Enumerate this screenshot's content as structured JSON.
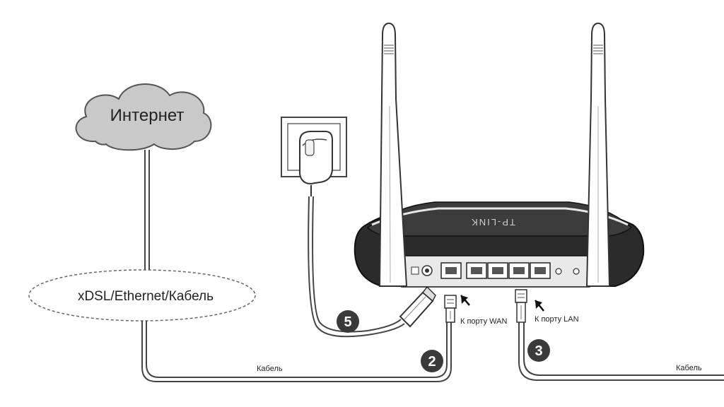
{
  "cloud": {
    "label": "Интернет"
  },
  "connection": {
    "label": "xDSL/Ethernet/Кабель"
  },
  "cables": {
    "left_label": "Кабель",
    "right_label": "Кабель"
  },
  "ports": {
    "wan_label": "К порту WAN",
    "lan_label": "К порту LAN"
  },
  "router": {
    "brand": "TP-LINK"
  },
  "steps": {
    "power": "5",
    "wan": "2",
    "lan": "3"
  },
  "colors": {
    "step_badge": "#3a3a3a",
    "cloud_fill": "#c9c9c9",
    "router_body": "#2b2b2b"
  }
}
